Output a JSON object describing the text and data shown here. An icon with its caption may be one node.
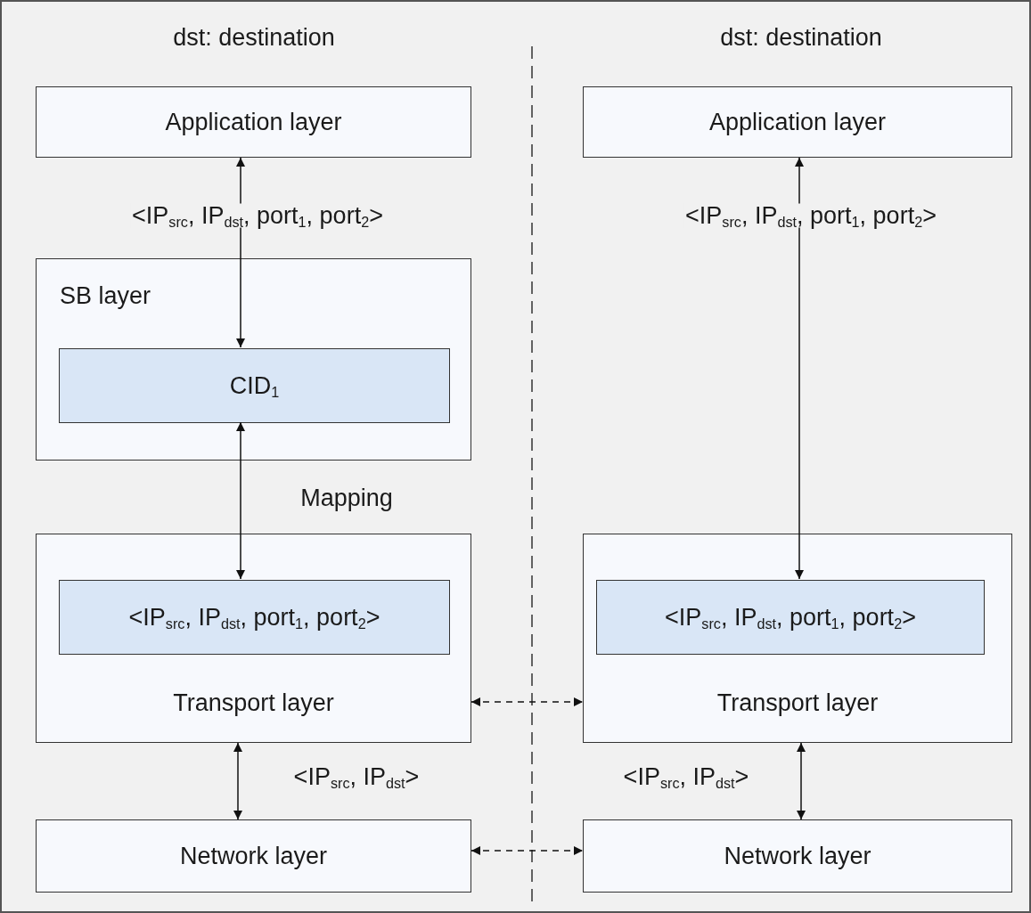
{
  "diagram": {
    "nodes": [
      {
        "text": [
          "Application layer"
        ]
      },
      {
        "text": [
          "SB layer"
        ]
      },
      {
        "text": [
          "CID$_{1}$"
        ],
        "in": 1
      },
      {
        "text": [
          "Transport layer"
        ]
      },
      {
        "text": [
          "<IP$_{src}$, IP$_{dst}$, port$_{1}$, port$_{2}$>"
        ],
        "in": 3
      },
      {
        "text": [
          "Network layer"
        ]
      },
      {
        "text": [
          "Application layer"
        ]
      },
      {
        "text": [
          "Transport layer"
        ]
      },
      {
        "text": [
          "<IP$_{src}$, IP$_{dst}$, port$_{1}$, port$_{2}$>"
        ],
        "in": 7
      },
      {
        "text": [
          "Network layer"
        ]
      }
    ],
    "edges": [
      {
        "from": 0,
        "to": 2,
        "arrow": "both",
        "label": "<IP$_{src}$, IP$_{dst}$, port$_{1}$, port$_{2}$>"
      },
      {
        "from": 2,
        "to": 4,
        "arrow": "both",
        "label": "Mapping"
      },
      {
        "from": 6,
        "to": 8,
        "arrow": "both",
        "label": "<IP$_{src}$, IP$_{dst}$, port$_{1}$, port$_{2}$>"
      },
      {
        "from": 3,
        "to": 7,
        "arrow": "both",
        "style": "dashed"
      },
      {
        "from": 3,
        "to": 5,
        "arrow": "both",
        "label": "<IP$_{src}$, IP$_{dst}$>"
      },
      {
        "from": 7,
        "to": 9,
        "arrow": "both",
        "label": "<IP$_{src}$, IP$_{dst}$>"
      },
      {
        "from": 5,
        "to": 9,
        "arrow": "both",
        "style": "dashed"
      }
    ],
    "labels": [
      "dst: destination",
      "dst: destination"
    ]
  }
}
